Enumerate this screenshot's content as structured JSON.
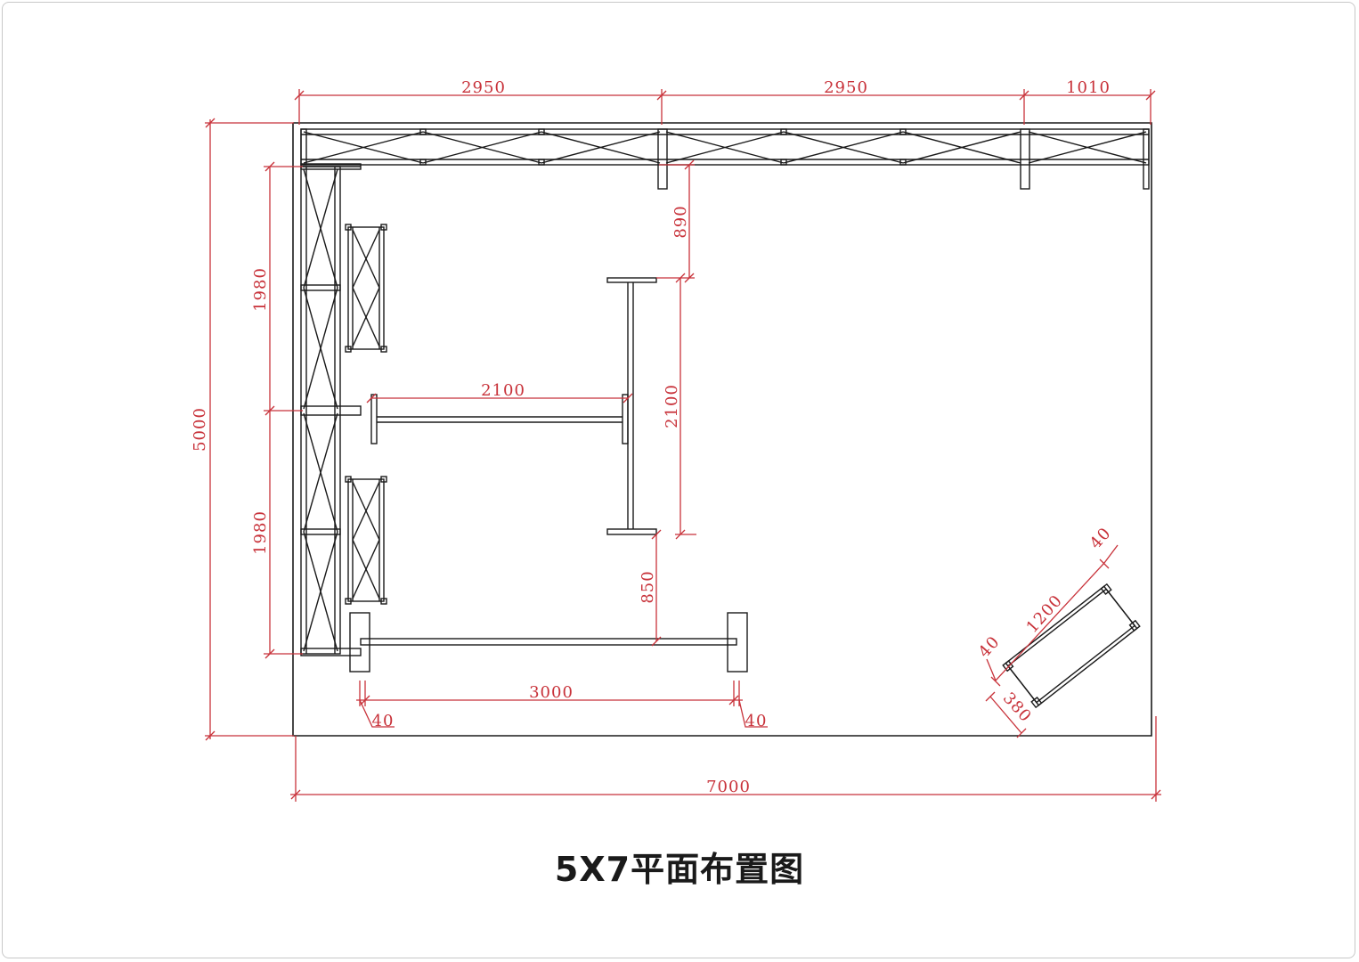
{
  "title": "5X7平面布置图",
  "colors": {
    "dimension": "#c8323a",
    "structure": "#1a1a1a"
  },
  "dimensions": {
    "top_span_1": "2950",
    "top_span_2": "2950",
    "top_span_3": "1010",
    "overall_depth": "5000",
    "left_span_upper": "1980",
    "left_span_lower": "1980",
    "center_wall_width": "2100",
    "center_wall_length": "2100",
    "center_to_back": "890",
    "center_to_front": "850",
    "front_wall_length": "3000",
    "front_left_post": "40",
    "front_right_post": "40",
    "corner_frame_top": "40",
    "corner_frame_side": "40",
    "corner_frame_length": "1200",
    "corner_frame_depth": "380",
    "overall_width": "7000"
  }
}
